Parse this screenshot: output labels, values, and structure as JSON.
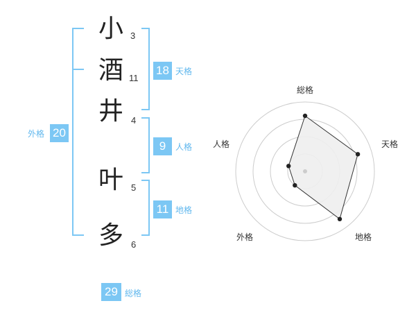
{
  "colors": {
    "accent": "#7cc7f4",
    "bracket": "#7cc7f4",
    "label": "#62b8ee",
    "text": "#222222",
    "radar_fill": "#eeeeee",
    "radar_grid": "#cccccc"
  },
  "name": {
    "chars": [
      {
        "char": "小",
        "strokes": "3"
      },
      {
        "char": "酒",
        "strokes": "11"
      },
      {
        "char": "井",
        "strokes": "4"
      },
      {
        "char": "叶",
        "strokes": "5"
      },
      {
        "char": "多",
        "strokes": "6"
      }
    ]
  },
  "kakusu": {
    "tenkaku": {
      "value": "18",
      "label": "天格"
    },
    "jinkaku": {
      "value": "9",
      "label": "人格"
    },
    "chikaku": {
      "value": "11",
      "label": "地格"
    },
    "gaikaku": {
      "value": "20",
      "label": "外格"
    },
    "soukaku": {
      "value": "29",
      "label": "総格"
    }
  },
  "chart_data": {
    "type": "radar",
    "axes": [
      "総格",
      "天格",
      "地格",
      "外格",
      "人格"
    ],
    "values": [
      0.8,
      0.8,
      0.85,
      0.25,
      0.25
    ],
    "rings": 4,
    "range": [
      0,
      1
    ]
  }
}
